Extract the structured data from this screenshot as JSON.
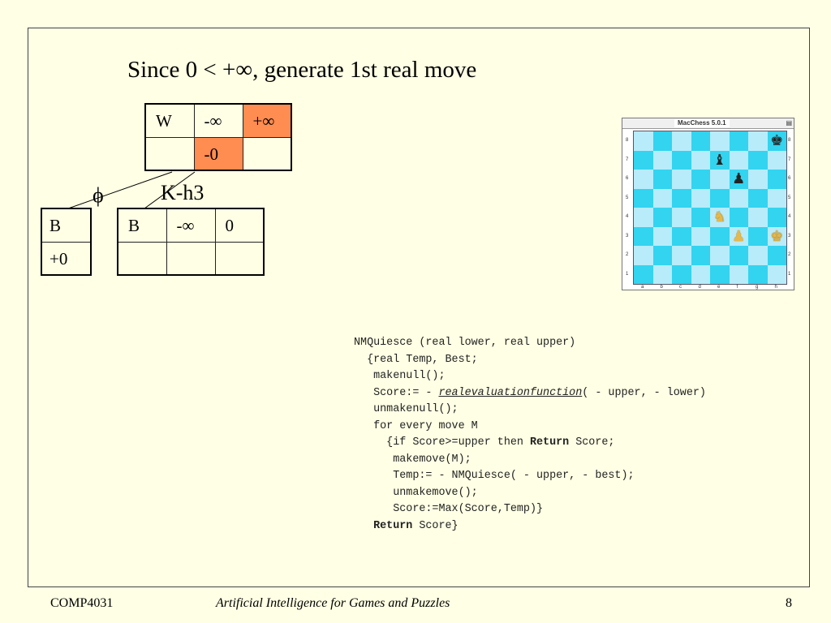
{
  "title": "Since 0 < +∞, generate 1st real move",
  "table_w": {
    "r0": [
      "W",
      "-∞",
      "+∞"
    ],
    "r1": [
      "",
      "-0",
      ""
    ],
    "highlight_color": "#ff8c50"
  },
  "table_b1": {
    "r0": [
      "B"
    ],
    "r1": [
      "+0"
    ]
  },
  "table_b2": {
    "r0": [
      "B",
      "-∞",
      "0"
    ],
    "r1": [
      "",
      "",
      ""
    ]
  },
  "edge_labels": {
    "left": "ϕ",
    "right": "K-h3"
  },
  "board": {
    "title": "MacChess 5.0.1",
    "files": [
      "a",
      "b",
      "c",
      "d",
      "e",
      "f",
      "g",
      "h"
    ],
    "ranks": [
      "8",
      "7",
      "6",
      "5",
      "4",
      "3",
      "2",
      "1"
    ],
    "light_color": "#b8ecfa",
    "dark_color": "#32d4f0",
    "pieces": [
      {
        "square": "h8",
        "piece": "king",
        "side": "black",
        "glyph": "♚"
      },
      {
        "square": "e7",
        "piece": "bishop",
        "side": "black",
        "glyph": "♝"
      },
      {
        "square": "f6",
        "piece": "pawn",
        "side": "black",
        "glyph": "♟"
      },
      {
        "square": "e4",
        "piece": "knight",
        "side": "white",
        "glyph": "♞"
      },
      {
        "square": "f3",
        "piece": "pawn",
        "side": "white",
        "glyph": "♟"
      },
      {
        "square": "h3",
        "piece": "king",
        "side": "white",
        "glyph": "♚"
      }
    ]
  },
  "code": {
    "l0": "NMQuiesce (real lower, real upper)",
    "l1": "  {real Temp, Best;",
    "l2": "   makenull();",
    "l3a": "   Score:= - ",
    "l3_fn": "realevaluationfunction",
    "l3b": "( - upper, - lower)",
    "l4": "   unmakenull();",
    "l5": "   for every move M",
    "l6a": "     {if Score>=upper then ",
    "kw_return": "Return",
    "l6b": " Score;",
    "l7": "      makemove(M);",
    "l8": "      Temp:= - NMQuiesce( - upper, - best);",
    "l9": "      unmakemove();",
    "l10": "      Score:=Max(Score,Temp)}",
    "l11_pre": "   ",
    "l11b": " Score}"
  },
  "footer": {
    "course": "COMP4031",
    "title": "Artificial Intelligence for Games and Puzzles",
    "page": "8"
  }
}
